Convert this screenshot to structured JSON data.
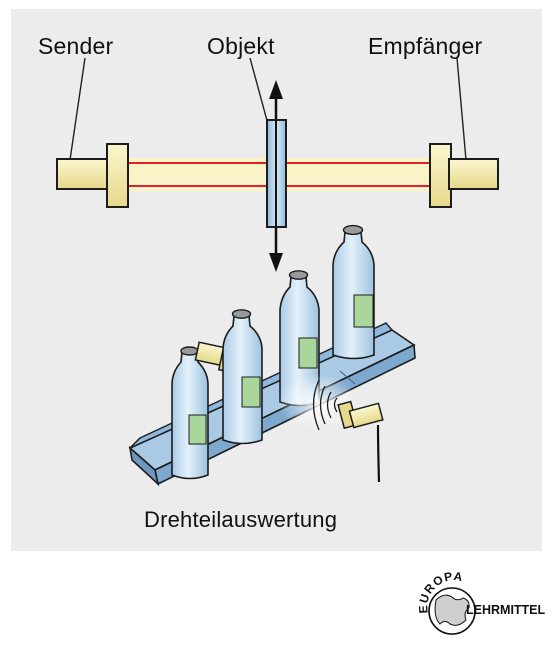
{
  "labels": {
    "sender": "Sender",
    "objekt": "Objekt",
    "empfaenger": "Empfänger",
    "caption": "Drehteilauswertung"
  },
  "logo": {
    "word_top": "EUROPA",
    "word_bottom": "LEHRMITTEL"
  },
  "colors": {
    "panel_bg": "#ececec",
    "beam": "#e0202a",
    "housing": "#f5eeb0",
    "object": "#b9d8ee",
    "conveyor": "#9fc3e2",
    "bottle": "#cfe4f3",
    "label_patch": "#a9d69a"
  }
}
